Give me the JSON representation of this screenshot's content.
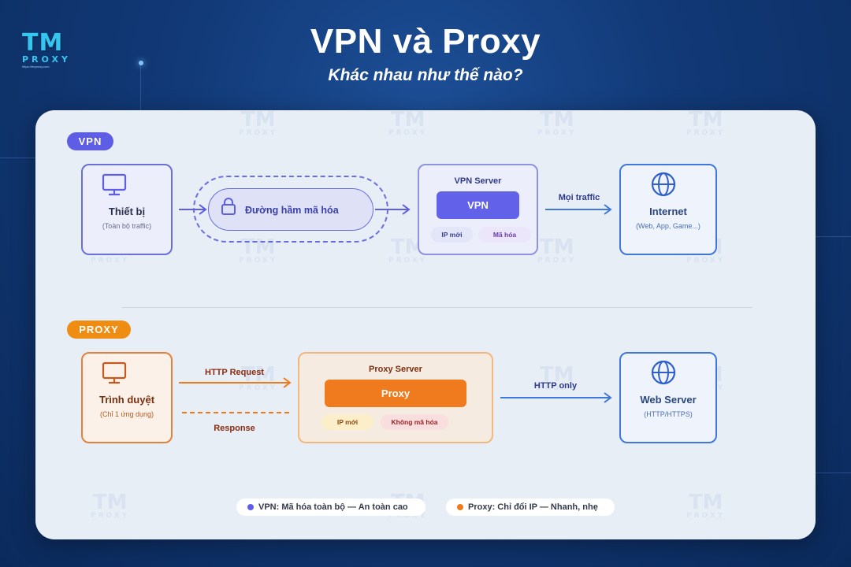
{
  "logo": {
    "mark": "TM",
    "word": "PROXY",
    "url": "https://tmproxy.com"
  },
  "header": {
    "title": "VPN và Proxy",
    "subtitle": "Khác nhau như thế nào?"
  },
  "watermark": {
    "mark": "TM",
    "word": "PROXY"
  },
  "vpn": {
    "badge": "VPN",
    "device": {
      "title": "Thiết bị",
      "sub": "(Toàn bộ traffic)",
      "icon": "monitor-icon"
    },
    "tunnel": {
      "label": "Đường hầm mã hóa",
      "icon": "lock-icon"
    },
    "server": {
      "title": "VPN Server",
      "block": "VPN",
      "tags": [
        "IP mới",
        "Mã hóa"
      ]
    },
    "arrow_label": "Mọi traffic",
    "internet": {
      "title": "Internet",
      "sub": "(Web, App, Game...)",
      "icon": "globe-icon"
    }
  },
  "proxy": {
    "badge": "PROXY",
    "browser": {
      "title": "Trình duyệt",
      "sub": "(Chỉ 1 ứng dụng)",
      "icon": "monitor-icon"
    },
    "request_label": "HTTP Request",
    "response_label": "Response",
    "server": {
      "title": "Proxy Server",
      "block": "Proxy",
      "tags": [
        "IP mới",
        "Không mã hóa"
      ]
    },
    "arrow_label": "HTTP only",
    "webserver": {
      "title": "Web Server",
      "sub": "(HTTP/HTTPS)",
      "icon": "globe-icon"
    }
  },
  "legend": [
    {
      "text": "VPN: Mã hóa toàn bộ — An toàn cao",
      "color": "#5d5de6"
    },
    {
      "text": "Proxy: Chỉ đổi IP — Nhanh, nhẹ",
      "color": "#ee7a1a"
    }
  ],
  "colors": {
    "vpn": "#5d5de6",
    "proxy": "#ee7a1a",
    "internet": "#3a6fd8",
    "panel": "#e8eef6"
  }
}
